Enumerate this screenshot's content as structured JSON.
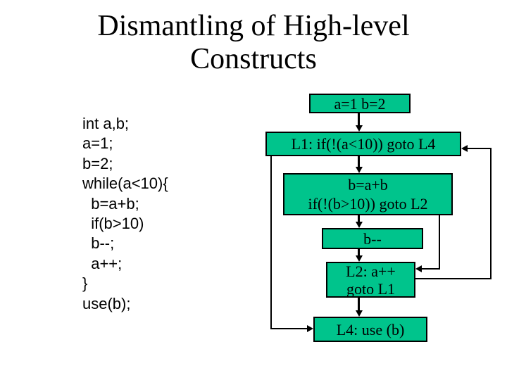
{
  "slide": {
    "title_lines": [
      "Dismantling of High-level",
      "Constructs"
    ]
  },
  "code": {
    "lines": [
      "int a,b;",
      "a=1;",
      "b=2;",
      "while(a<10){",
      "  b=a+b;",
      "  if(b>10)",
      "  b--;",
      "  a++;",
      "}",
      "use(b);"
    ]
  },
  "flowchart": {
    "node_fill_color": "#00C48C",
    "border_color": "#000000",
    "line_color": "#000000",
    "nodes": {
      "init": {
        "lines": [
          "a=1 b=2"
        ]
      },
      "l1": {
        "lines": [
          "L1: if(!(a<10)) goto L4"
        ]
      },
      "loop_body": {
        "lines": [
          "b=a+b",
          "if(!(b>10)) goto L2"
        ]
      },
      "b_dec": {
        "lines": [
          "b--"
        ]
      },
      "l2": {
        "lines": [
          "L2: a++",
          "goto L1"
        ]
      },
      "l4": {
        "lines": [
          "L4: use (b)"
        ]
      }
    }
  }
}
